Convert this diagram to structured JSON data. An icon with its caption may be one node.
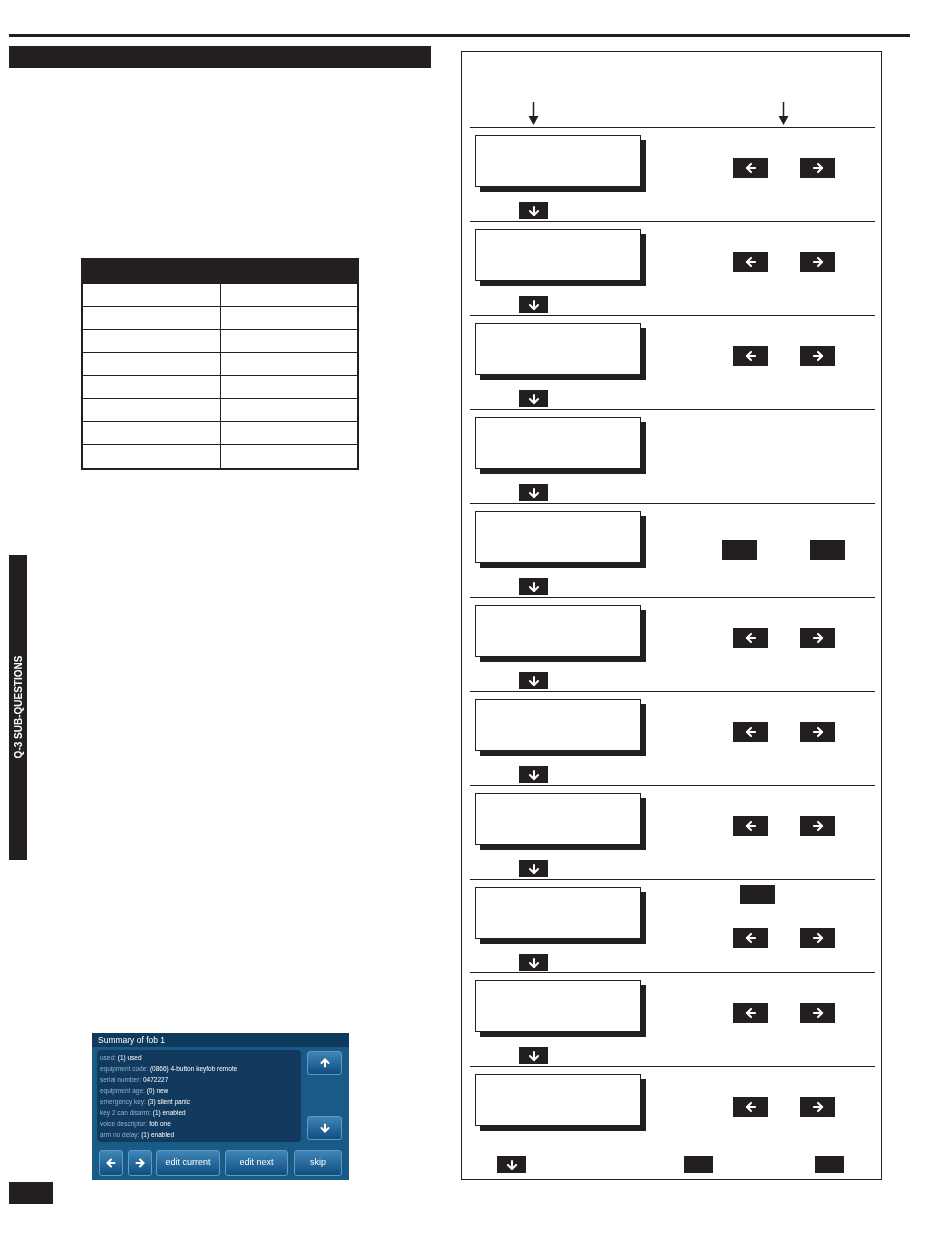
{
  "diagram": {
    "nodes": [
      {
        "text": [],
        "shape": "box"
      },
      {
        "text": [],
        "shape": "box"
      },
      {
        "text": [],
        "shape": "box"
      },
      {
        "text": [],
        "shape": "box"
      },
      {
        "text": [],
        "shape": "box"
      },
      {
        "text": [],
        "shape": "box"
      },
      {
        "text": [],
        "shape": "box"
      },
      {
        "text": [],
        "shape": "box"
      },
      {
        "text": [],
        "shape": "box"
      },
      {
        "text": [],
        "shape": "box"
      },
      {
        "text": [],
        "shape": "box"
      }
    ],
    "labels": [
      "Q-3 SUB-QUESTIONS",
      "Summary of fob 1",
      "used:",
      "(1) used",
      "equipment code:",
      "(0866) 4-button keyfob remote",
      "serial number:",
      "0472227",
      "equipment age:",
      "(0) new",
      "emergency key:",
      "(3) silent panic",
      "key 2 can disarm:",
      "(1) enabled",
      "voice descriptor:",
      "fob one",
      "arm no delay:",
      "(1) enabled",
      "edit current",
      "edit next",
      "skip"
    ]
  }
}
